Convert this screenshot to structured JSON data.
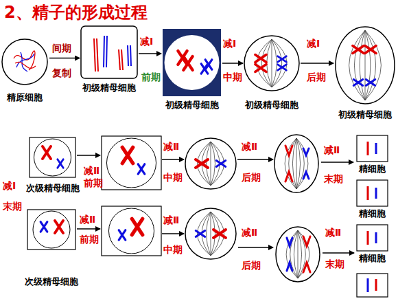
{
  "diagram": {
    "title": "2、精子的形成过程",
    "nodes": [
      {
        "text": [
          "精原细胞"
        ]
      },
      {
        "text": [
          "初级精母细胞"
        ]
      },
      {
        "text": [
          "初级精母细胞"
        ]
      },
      {
        "text": [
          "初级精母细胞"
        ]
      },
      {
        "text": [
          "初级精母细胞"
        ]
      },
      {
        "text": [
          "次级精母细胞"
        ]
      },
      {
        "text": [
          "次级精母细胞"
        ]
      },
      {
        "text": [
          "精细胞"
        ]
      },
      {
        "text": [
          "精细胞"
        ]
      },
      {
        "text": [
          "精细胞"
        ]
      }
    ],
    "edges": [
      {
        "from": 0,
        "to": 1,
        "arrow": "to"
      },
      {
        "from": 1,
        "to": 2,
        "arrow": "to"
      },
      {
        "from": 2,
        "to": 3,
        "arrow": "to"
      },
      {
        "from": 3,
        "to": 4,
        "arrow": "to"
      }
    ],
    "labels": [
      "间期",
      "复制",
      "减Ⅰ",
      "前期",
      "减Ⅰ",
      "中期",
      "减Ⅰ",
      "后期",
      "减Ⅰ",
      "末期",
      "减Ⅱ",
      "前期",
      "减Ⅱ",
      "中期",
      "减Ⅱ",
      "后期",
      "减Ⅱ",
      "末期",
      "减Ⅱ",
      "前期",
      "减Ⅱ",
      "中期",
      "减Ⅱ",
      "后期",
      "减Ⅱ",
      "末期"
    ]
  }
}
